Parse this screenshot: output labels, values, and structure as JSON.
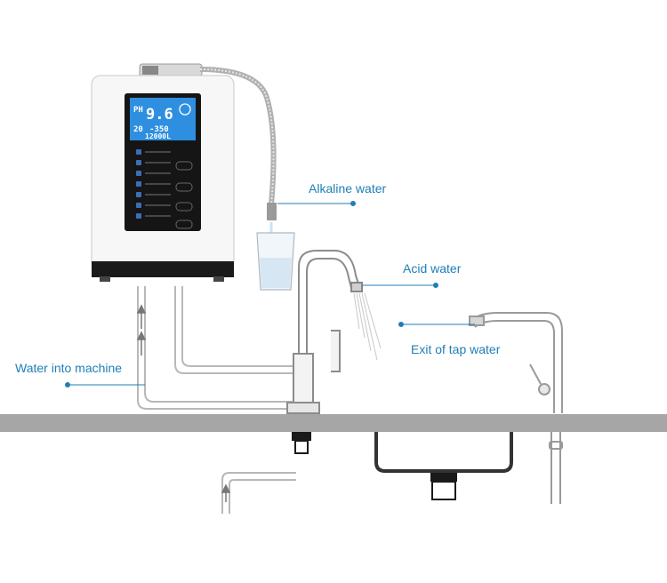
{
  "labels": {
    "alkaline": "Alkaline water",
    "acid": "Acid water",
    "tap_exit": "Exit of tap water",
    "water_in": "Water into machine"
  },
  "display": {
    "ph_label": "PH",
    "ph_value": "9.6",
    "temp_value": "20",
    "orp_value": "-350",
    "flow_value": "12000L"
  },
  "colors": {
    "accent": "#1f7fb5",
    "counter": "#a6a6a6",
    "lcd": "#2e8fe0"
  },
  "icons": [
    "machine-body-icon",
    "glass-icon",
    "faucet-icon",
    "tap-icon",
    "sink-icon"
  ]
}
